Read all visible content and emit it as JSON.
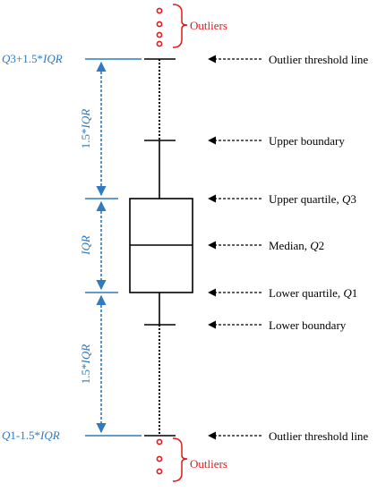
{
  "colors": {
    "box": "#000000",
    "blue": "#2f7ac0",
    "red": "#e0191b"
  },
  "outliers_label": "Outliers",
  "left_labels": {
    "upper_threshold": {
      "q": "Q",
      "n": "3+1.5*",
      "iqr": "IQR"
    },
    "lower_threshold": {
      "q": "Q",
      "n": "1-1.5*",
      "iqr": "IQR"
    },
    "upper_span": {
      "n": "1.5*",
      "iqr": "IQR"
    },
    "iqr_span": {
      "iqr": "IQR"
    },
    "lower_span": {
      "n": "1.5*",
      "iqr": "IQR"
    }
  },
  "right_labels": {
    "outlier_threshold_upper": "Outlier threshold line",
    "upper_boundary": "Upper boundary",
    "upper_quartile": {
      "text": "Upper quartile, ",
      "q": "Q",
      "n": "3"
    },
    "median": {
      "text": "Median, ",
      "q": "Q",
      "n": "2"
    },
    "lower_quartile": {
      "text": "Lower quartile, ",
      "q": "Q",
      "n": "1"
    },
    "lower_boundary": "Lower boundary",
    "outlier_threshold_lower": "Outlier threshold line"
  }
}
